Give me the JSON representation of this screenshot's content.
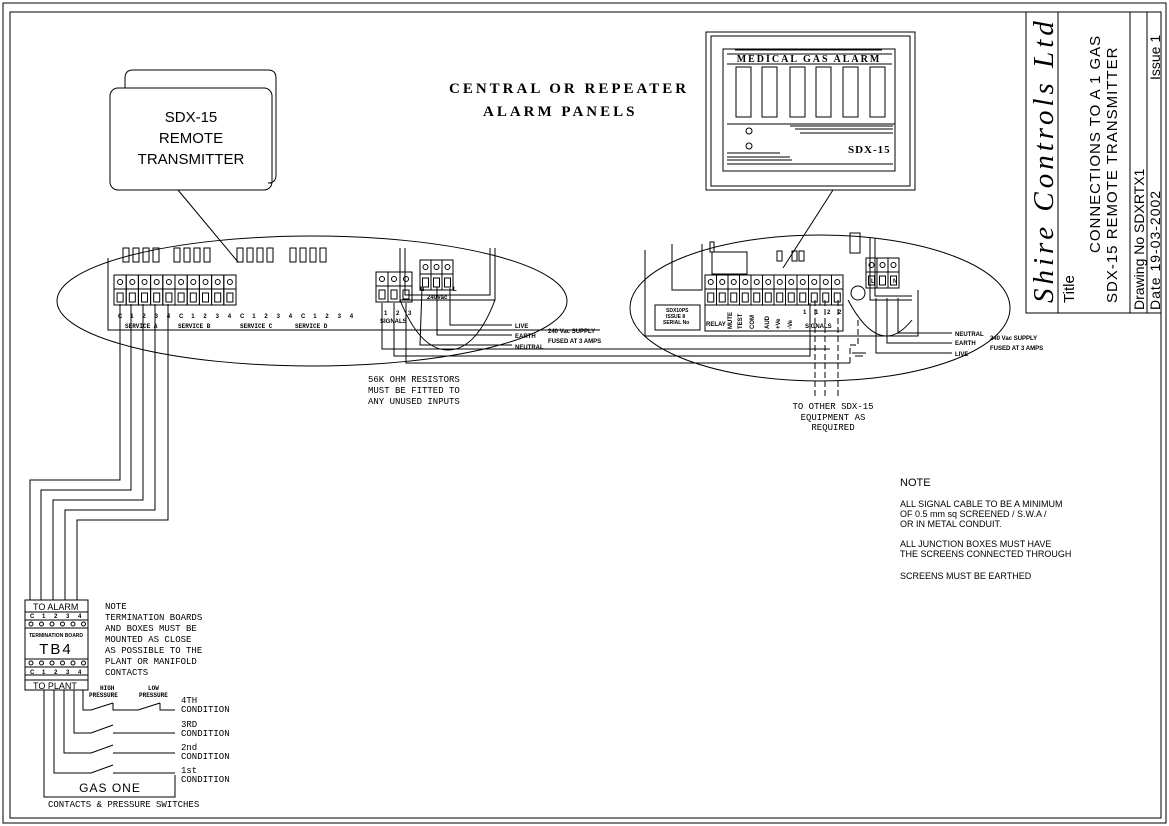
{
  "title_block": {
    "company": "Shire Controls Ltd",
    "title_label": "Title",
    "title_line1": "CONNECTIONS TO A 1 GAS",
    "title_line2": "SDX-15 REMOTE TRANSMITTER",
    "drawing_no": "Drawing No  SDXRTX1",
    "date": "Date 19-03-2002",
    "issue": "Issue 1"
  },
  "heading": {
    "line1": "CENTRAL OR REPEATER",
    "line2": "ALARM PANELS"
  },
  "remote_transmitter": {
    "line1": "SDX-15",
    "line2": "REMOTE",
    "line3": "TRANSMITTER"
  },
  "alarm_panel": {
    "label": "MEDICAL GAS ALARM",
    "model": "SDX-15"
  },
  "left_board": {
    "terminal_labels": [
      "C",
      "1",
      "2",
      "3",
      "4",
      "C",
      "1",
      "2",
      "3",
      "4",
      "C",
      "1",
      "2",
      "3",
      "4",
      "C",
      "1",
      "2",
      "3",
      "4"
    ],
    "services": [
      "SERVICE A",
      "SERVICE B",
      "SERVICE C",
      "SERVICE D"
    ],
    "signals_numbers": [
      "1",
      "2",
      "3"
    ],
    "signals_label": "SIGNALS",
    "power_terminals": [
      "N",
      "L"
    ],
    "voltage": "240Vac",
    "supply": [
      "LIVE",
      "EARTH",
      "NEUTRAL"
    ],
    "supply_note1": "240 Vac SUPPLY",
    "supply_note2": "FUSED AT 3 AMPS"
  },
  "resistor_note": [
    "56K OHM RESISTORS",
    "MUST BE FITTED TO",
    "ANY UNUSED INPUTS"
  ],
  "right_board": {
    "psu_label": [
      "SDX10PS",
      "ISSUE 8",
      "SERIAL No"
    ],
    "terminal_labels": [
      "RELAY",
      "MUTE",
      "TEST",
      "COM",
      "AUD",
      "+Ve",
      "-Ve",
      "1",
      "1",
      "2",
      "2"
    ],
    "signals_label": "SIGNALS",
    "power_terminals": [
      "L",
      "N"
    ],
    "supply": [
      "NEUTRAL",
      "EARTH",
      "LIVE"
    ],
    "supply_note1": "240 Vac SUPPLY",
    "supply_note2": "FUSED AT 3 AMPS"
  },
  "other_equipment_note": [
    "TO OTHER SDX-15",
    "EQUIPMENT AS",
    "REQUIRED"
  ],
  "note": {
    "heading": "NOTE",
    "lines": [
      "ALL SIGNAL CABLE TO BE A MINIMUM",
      "OF 0.5 mm sq SCREENED / S.W.A /",
      "OR IN METAL CONDUIT.",
      "ALL JUNCTION BOXES MUST HAVE",
      "THE SCREENS CONNECTED THROUGH",
      "SCREENS MUST BE EARTHED"
    ]
  },
  "tb4": {
    "top": "TO ALARM",
    "terminals": [
      "C",
      "1",
      "2",
      "3",
      "4"
    ],
    "board_label": "TERMINATION BOARD",
    "name": "TB4",
    "bottom": "TO PLANT",
    "note": [
      "NOTE",
      "TERMINATION BOARDS",
      "AND BOXES MUST BE",
      "MOUNTED AS CLOSE",
      "AS POSSIBLE TO THE",
      "PLANT OR MANIFOLD",
      "CONTACTS"
    ]
  },
  "switches": {
    "high": [
      "HIGH",
      "PRESSURE"
    ],
    "low": [
      "LOW",
      "PRESSURE"
    ],
    "conditions": [
      [
        "4TH",
        "CONDITION"
      ],
      [
        "3RD",
        "CONDITION"
      ],
      [
        "2nd",
        "CONDITION"
      ],
      [
        "1st",
        "CONDITION"
      ]
    ],
    "gas": "GAS ONE",
    "caption": "CONTACTS & PRESSURE SWITCHES"
  }
}
